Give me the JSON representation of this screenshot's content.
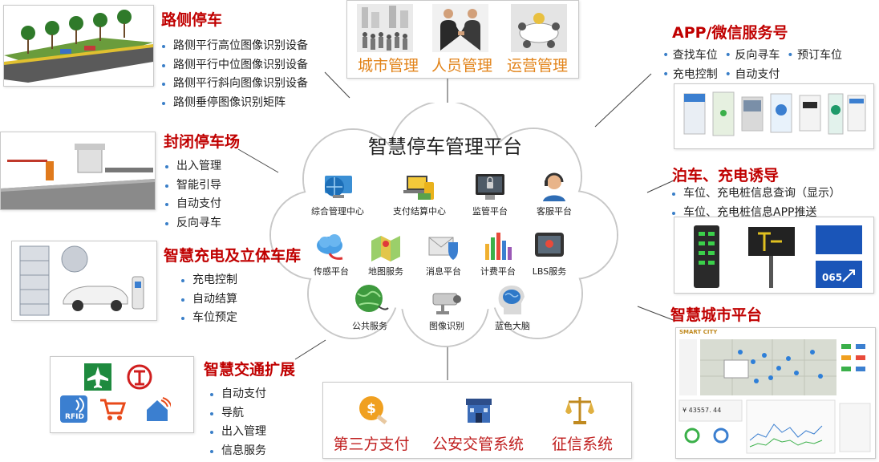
{
  "cloud": {
    "title": "智慧停车管理平台",
    "services": [
      {
        "label": "综合管理中心",
        "icon": "monitor-globe-icon"
      },
      {
        "label": "支付结算中心",
        "icon": "money-laptop-icon"
      },
      {
        "label": "监管平台",
        "icon": "lock-screen-icon"
      },
      {
        "label": "客服平台",
        "icon": "headset-agent-icon"
      },
      {
        "label": "传感平台",
        "icon": "cloud-sensor-icon"
      },
      {
        "label": "地图服务",
        "icon": "map-icon"
      },
      {
        "label": "消息平台",
        "icon": "envelope-shield-icon"
      },
      {
        "label": "计费平台",
        "icon": "bar-chart-icon"
      },
      {
        "label": "LBS服务",
        "icon": "gps-device-icon"
      },
      {
        "label": "公共服务",
        "icon": "globe-plug-icon"
      },
      {
        "label": "图像识别",
        "icon": "cctv-camera-icon"
      },
      {
        "label": "蓝色大脑",
        "icon": "brain-head-icon"
      }
    ]
  },
  "top_categories": [
    "城市管理",
    "人员管理",
    "运营管理"
  ],
  "bottom_categories": [
    "第三方支付",
    "公安交管系统",
    "征信系统"
  ],
  "roadside": {
    "title": "路侧停车",
    "items": [
      "路侧平行高位图像识别设备",
      "路侧平行中位图像识别设备",
      "路侧平行斜向图像识别设备",
      "路侧垂停图像识别矩阵"
    ]
  },
  "closed_lot": {
    "title": "封闭停车场",
    "items": [
      "出入管理",
      "智能引导",
      "自动支付",
      "反向寻车"
    ]
  },
  "charging": {
    "title": "智慧充电及立体车库",
    "items": [
      "充电控制",
      "自动结算",
      "车位预定"
    ]
  },
  "traffic": {
    "title": "智慧交通扩展",
    "items": [
      "自动支付",
      "导航",
      "出入管理",
      "信息服务"
    ],
    "rfid_label": "RFID"
  },
  "app": {
    "title": "APP/微信服务号",
    "row1": [
      "查找车位",
      "反向寻车",
      "预订车位"
    ],
    "row2": [
      "充电控制",
      "自动支付"
    ]
  },
  "guidance": {
    "title": "泊车、充电诱导",
    "items": [
      "车位、充电桩信息查询（显示）",
      "车位、充电桩信息APP推送"
    ],
    "sign_number": "065"
  },
  "city": {
    "title": "智慧城市平台",
    "dashboard_brand": "SMART CITY",
    "dashboard_value": "¥ 43557. 44"
  },
  "colors": {
    "title_red": "#c00000",
    "category_orange": "#e2841b",
    "external_red": "#c02020",
    "bullet": "#3a7fc8"
  }
}
